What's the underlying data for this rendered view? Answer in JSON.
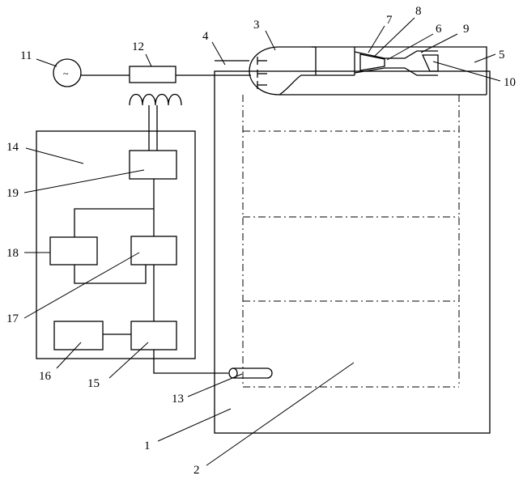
{
  "labels": {
    "l1": "1",
    "l2": "2",
    "l3": "3",
    "l4": "4",
    "l5": "5",
    "l6": "6",
    "l7": "7",
    "l8": "8",
    "l9": "9",
    "l10": "10",
    "l11": "11",
    "l12": "12",
    "l13": "13",
    "l14": "14",
    "l15": "15",
    "l16": "16",
    "l17": "17",
    "l18": "18",
    "l19": "19"
  },
  "ac_symbol": "~"
}
